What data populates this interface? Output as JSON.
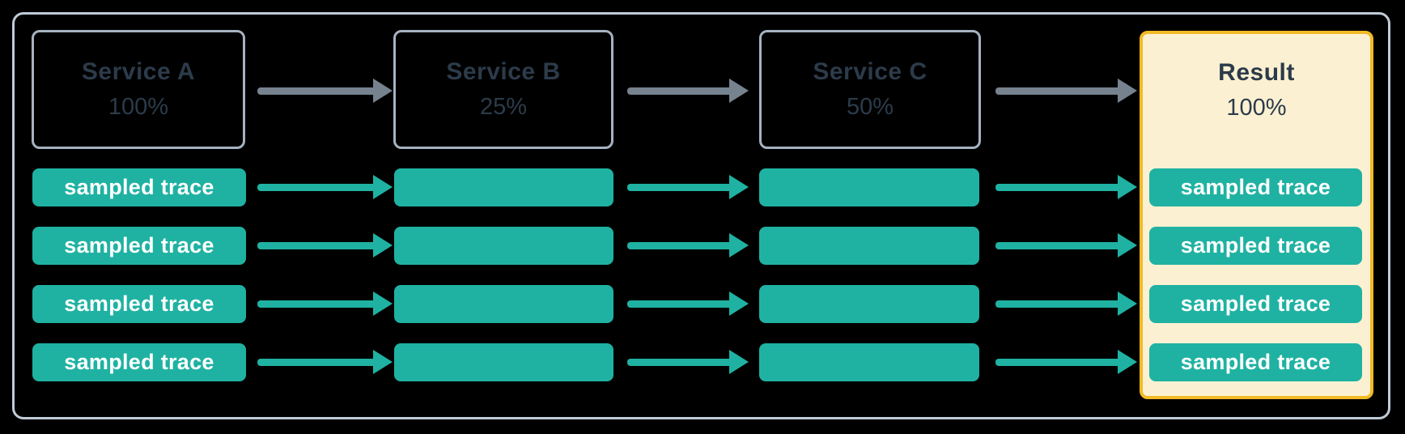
{
  "colors": {
    "background": "#000000",
    "frame_border": "#bfcbd7",
    "service_border": "#a5b2c0",
    "service_text": "#2c3b4a",
    "teal": "#1fb2a2",
    "arrow_gray": "#76838f",
    "trace_text": "#ffffff",
    "result_fill": "#fbf1d2",
    "result_border": "#f2ba26"
  },
  "columns": [
    {
      "title": "Service A",
      "rate": "100%",
      "traces": [
        "sampled trace",
        "sampled trace",
        "sampled trace",
        "sampled trace"
      ]
    },
    {
      "title": "Service B",
      "rate": "25%",
      "traces": [
        "",
        "",
        "",
        ""
      ]
    },
    {
      "title": "Service C",
      "rate": "50%",
      "traces": [
        "",
        "",
        "",
        ""
      ]
    },
    {
      "title": "Result",
      "rate": "100%",
      "traces": [
        "sampled trace",
        "sampled trace",
        "sampled trace",
        "sampled trace"
      ]
    }
  ]
}
